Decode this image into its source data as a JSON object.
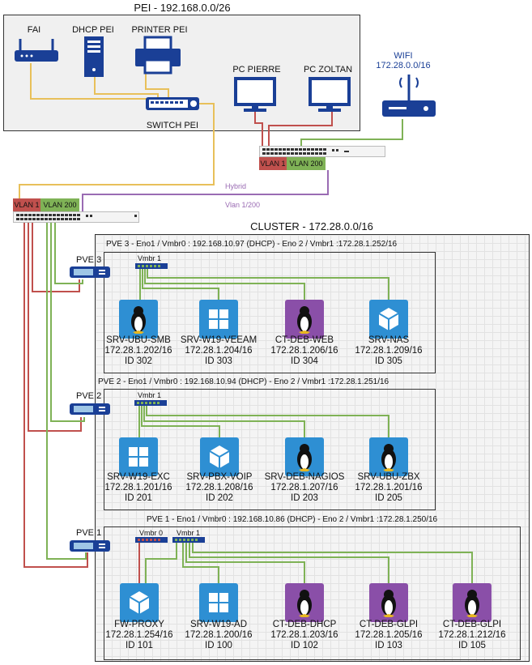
{
  "pei": {
    "title": "PEI - 192.168.0.0/26",
    "fai": "FAI",
    "dhcp": "DHCP PEI",
    "printer": "PRINTER PEI",
    "switch": "SWITCH PEI",
    "pc1": "PC PIERRE",
    "pc2": "PC ZOLTAN"
  },
  "wifi": {
    "name": "WIFI",
    "subnet": "172.28.0.0/16"
  },
  "vlan": {
    "v1": "VLAN 1",
    "v200": "VLAN 200"
  },
  "links": {
    "hybrid": "Hybrid",
    "vlan_mix": "Vlan 1/200"
  },
  "cluster": {
    "title": "CLUSTER - 172.28.0.0/16"
  },
  "pve3": {
    "header": "PVE 3 - Eno1 / Vmbr0 : 192.168.10.97 (DHCP) - Eno 2 / Vmbr1 :172.28.1.252/16",
    "label": "PVE 3",
    "bridge": "Vmbr 1",
    "vms": [
      {
        "name": "SRV-UBU-SMB",
        "ip": "172.28.1.202/16",
        "id": "ID 302",
        "icon": "linux-icon"
      },
      {
        "name": "SRV-W19-VEEAM",
        "ip": "172.28.1.204/16",
        "id": "ID 303",
        "icon": "windows-icon"
      },
      {
        "name": "CT-DEB-WEB",
        "ip": "172.28.1.206/16",
        "id": "ID 304",
        "icon": "linux-icon"
      },
      {
        "name": "SRV-NAS",
        "ip": "172.28.1.209/16",
        "id": "ID 305",
        "icon": "cube-icon"
      }
    ]
  },
  "pve2": {
    "header": "PVE 2 - Eno1 / Vmbr0 : 192.168.10.94 (DHCP) - Eno 2 / Vmbr1 :172.28.1.251/16",
    "label": "PVE 2",
    "bridge": "Vmbr 1",
    "vms": [
      {
        "name": "SRV-W19-EXC",
        "ip": "172.28.1.201/16",
        "id": "ID 201",
        "icon": "windows-icon"
      },
      {
        "name": "SRV-PBX-VOIP",
        "ip": "172.28.1.208/16",
        "id": "ID 202",
        "icon": "cube-icon"
      },
      {
        "name": "SRV-DEB-NAGIOS",
        "ip": "172.28.1.207/16",
        "id": "ID 203",
        "icon": "linux-icon"
      },
      {
        "name": "SRV-UBU-ZBX",
        "ip": "172.28.1.201/16",
        "id": "ID 205",
        "icon": "linux-icon"
      }
    ]
  },
  "pve1": {
    "header": "PVE 1 - Eno1 / Vmbr0 : 192.168.10.86 (DHCP) - Eno 2 / Vmbr1 :172.28.1.250/16",
    "label": "PVE 1",
    "bridge0": "Vmbr 0",
    "bridge1": "Vmbr 1",
    "vms": [
      {
        "name": "FW-PROXY",
        "ip": "172.28.1.254/16",
        "id": "ID 101",
        "icon": "cube-icon"
      },
      {
        "name": "SRV-W19-AD",
        "ip": "172.28.1.200/16",
        "id": "ID 100",
        "icon": "windows-icon"
      },
      {
        "name": "CT-DEB-DHCP",
        "ip": "172.28.1.203/16",
        "id": "ID 102",
        "icon": "linux-icon"
      },
      {
        "name": "CT-DEB-GLPI",
        "ip": "172.28.1.205/16",
        "id": "ID 103",
        "icon": "linux-icon"
      },
      {
        "name": "CT-DEB-GLPI",
        "ip": "172.28.1.212/16",
        "id": "ID 105",
        "icon": "linux-icon"
      }
    ]
  },
  "colors": {
    "vlan1": "#c0504d",
    "vlan200": "#7fb256",
    "hybrid": "#e8c05a",
    "mix": "#9a6bb3",
    "vm_blue": "#2e8fd3",
    "ct_purple": "#8a4fa8",
    "device_blue": "#1a3f96"
  }
}
